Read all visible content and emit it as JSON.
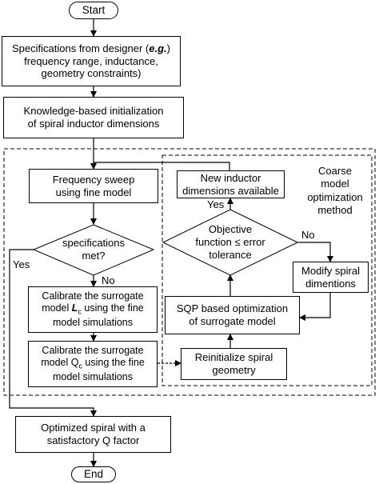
{
  "nodes": {
    "start": "Start",
    "specs": "Specifications from designer (e.g. frequency range, inductance, geometry constraints)",
    "specs_parts": {
      "line1_prefix": "Specifications from designer (",
      "line1_italic": "e.g.",
      "line2": "frequency range, inductance,",
      "line3": "geometry constraints)"
    },
    "init": "Knowledge-based initialization\nof spiral inductor dimensions",
    "sweep": "Frequency sweep\nusing fine model",
    "spec_met": "specifications\nmet?",
    "calibrate_lc": {
      "line1": "Calibrate the surrogate",
      "line2_prefix": "model ",
      "symbol": "L",
      "subscript": "c",
      "line2_suffix": " using the fine",
      "line3": "model simulations"
    },
    "calibrate_qc": {
      "line1": "Calibrate the  surrogate",
      "line2_prefix": "model Q",
      "subscript": "c",
      "line2_suffix": " using the fine",
      "line3": "model simulations"
    },
    "new_dims": "New inductor\ndimensions available",
    "objective": "Objective\nfunction ≤ error\ntolerance",
    "modify": "Modify spiral\ndimentions",
    "sqp": "SQP based optimization\nof surrogate model",
    "reinit": "Reinitialize spiral\ngeometry",
    "optimized": "Optimized spiral with a\nsatisfactory Q factor",
    "end": "End"
  },
  "labels": {
    "yes_specs": "Yes",
    "no_specs": "No",
    "yes_objective": "Yes",
    "no_objective": "No"
  },
  "regions": {
    "coarse": "Coarse\nmodel\noptimization\nmethod"
  }
}
